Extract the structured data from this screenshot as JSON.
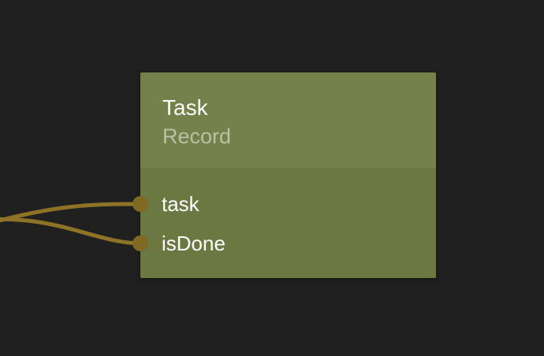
{
  "canvas": {
    "background": "#1f201f"
  },
  "wires": {
    "color": "#8e7327",
    "stroke_width": "5",
    "paths": [
      "M -30 288 C 70 259, 120 259, 179 259",
      "M -30 280 C 70 270, 120 309, 179 309"
    ]
  },
  "node": {
    "title": "Task",
    "subtitle": "Record",
    "colors": {
      "header": "#74814a",
      "body": "#6b7841",
      "title": "#ffffff",
      "subtitle": "rgba(255,255,255,0.5)",
      "label": "#ffffff",
      "port": "#7f6923"
    },
    "ports": [
      {
        "label": "task"
      },
      {
        "label": "isDone"
      }
    ]
  }
}
